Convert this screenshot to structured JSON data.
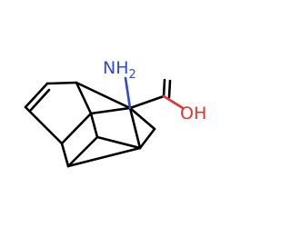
{
  "molecule": {
    "labels": {
      "amine_main": "NH",
      "amine_subscript": "2",
      "hydroxyl": "OH"
    },
    "colors": {
      "bond": "#000000",
      "nitrogen": "#3049d7",
      "oxygen": "#e8312f",
      "background": "#ffffff"
    }
  }
}
